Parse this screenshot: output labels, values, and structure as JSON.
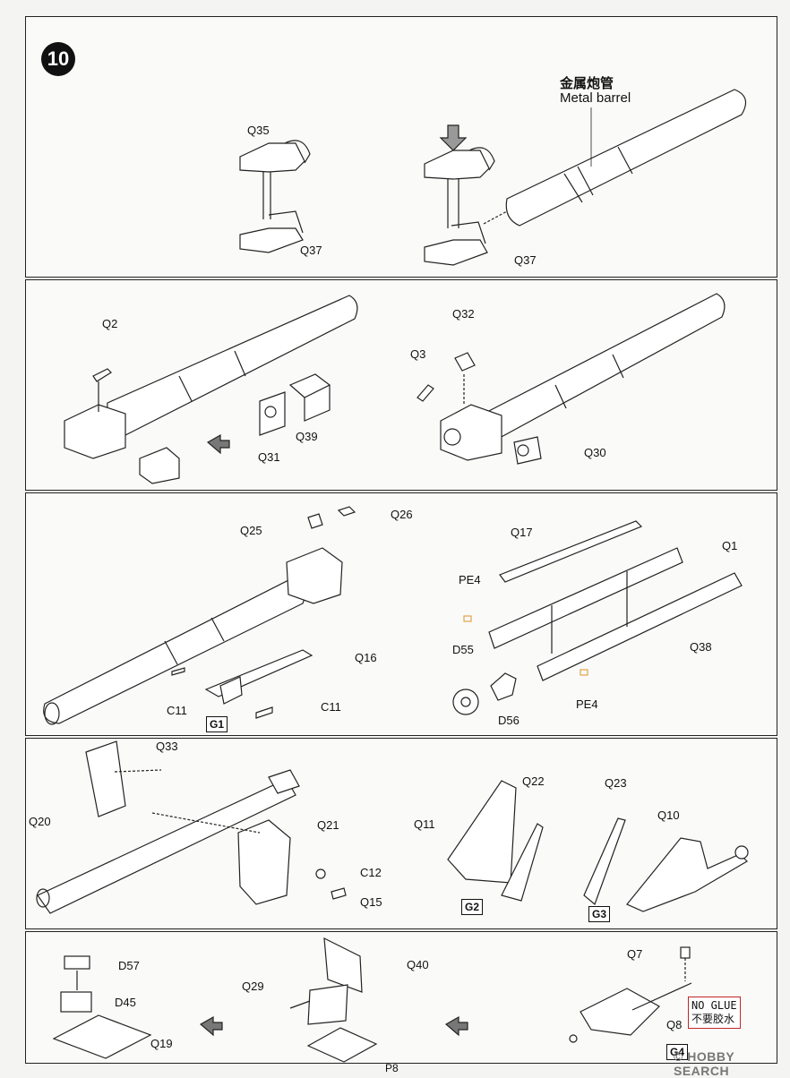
{
  "step": {
    "number": "10"
  },
  "panel1": {
    "barrel_label_cn": "金属炮管",
    "barrel_label_en": "Metal barrel",
    "labels": {
      "q35": "Q35",
      "q37a": "Q37",
      "q37b": "Q37"
    }
  },
  "panel2": {
    "labels": {
      "q2": "Q2",
      "q31": "Q31",
      "q39": "Q39",
      "q32": "Q32",
      "q3": "Q3",
      "q30": "Q30"
    }
  },
  "panel3": {
    "labels": {
      "q25": "Q25",
      "q26": "Q26",
      "q16": "Q16",
      "c11a": "C11",
      "c11b": "C11",
      "q17": "Q17",
      "q1": "Q1",
      "pe4a": "PE4",
      "pe4b": "PE4",
      "q38": "Q38",
      "d55": "D55",
      "d56": "D56"
    },
    "subassembly": "G1"
  },
  "panel4": {
    "labels": {
      "q33": "Q33",
      "q20": "Q20",
      "q21": "Q21",
      "c12": "C12",
      "q15": "Q15",
      "q22": "Q22",
      "q11": "Q11",
      "q23": "Q23",
      "q10": "Q10"
    },
    "sub_g2": "G2",
    "sub_g3": "G3"
  },
  "panel5": {
    "labels": {
      "d57": "D57",
      "d45": "D45",
      "q19": "Q19",
      "q40": "Q40",
      "q29": "Q29",
      "q7": "Q7",
      "q8": "Q8"
    },
    "no_glue_en": "NO GLUE",
    "no_glue_cn": "不要胶水",
    "sub_g4": "G4"
  },
  "footer": {
    "page": "P8",
    "watermark": "© HOBBY SEARCH"
  }
}
